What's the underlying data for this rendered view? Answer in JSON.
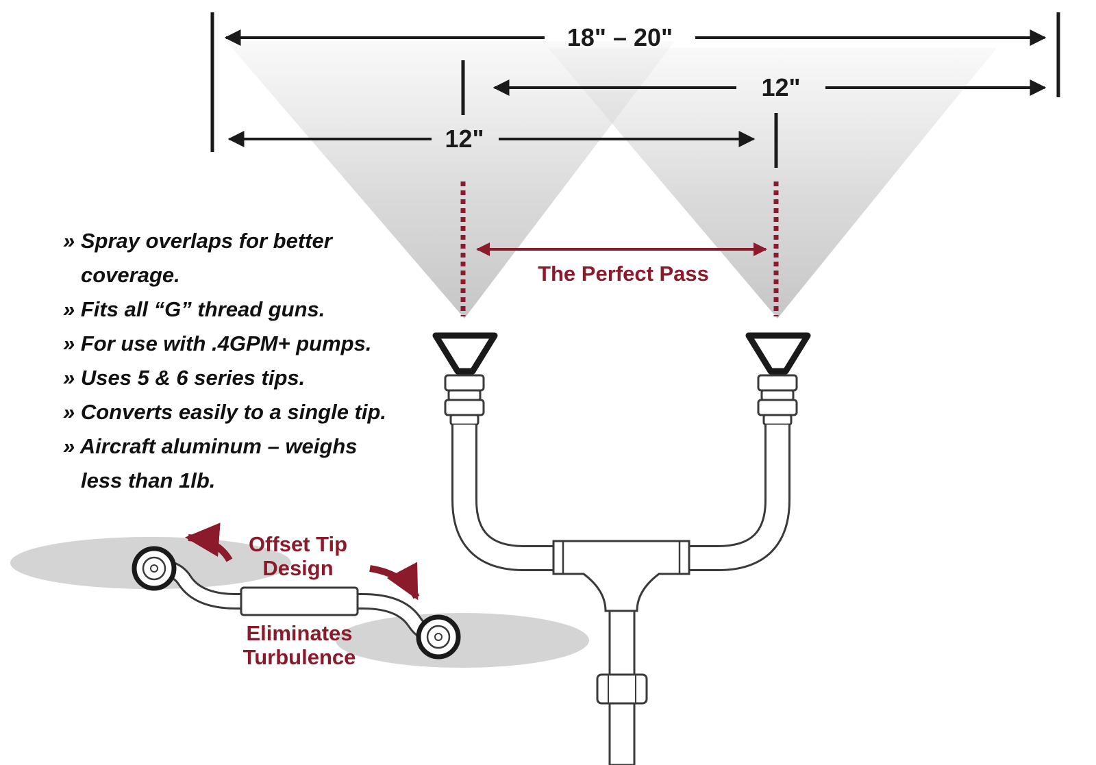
{
  "dimensions": {
    "total_width": "18\" – 20\"",
    "right_fan_width": "12\"",
    "left_fan_width": "12\""
  },
  "perfect_pass_label": "The Perfect Pass",
  "features": [
    {
      "line1": "» Spray overlaps for better",
      "line2": "coverage."
    },
    {
      "line1": "» Fits all “G” thread guns."
    },
    {
      "line1": "» For use with .4GPM+ pumps."
    },
    {
      "line1": "» Uses 5 & 6 series tips."
    },
    {
      "line1": "» Converts easily to a single tip."
    },
    {
      "line1": "» Aircraft aluminum – weighs",
      "line2": "less than 1lb."
    }
  ],
  "offset_tip": {
    "line1": "Offset Tip",
    "line2": "Design"
  },
  "eliminates": {
    "line1": "Eliminates",
    "line2": "Turbulence"
  },
  "colors": {
    "accent_red": "#8b1a2b",
    "ink": "#1a1a1a",
    "spray_gray": "#d4d4d4"
  }
}
